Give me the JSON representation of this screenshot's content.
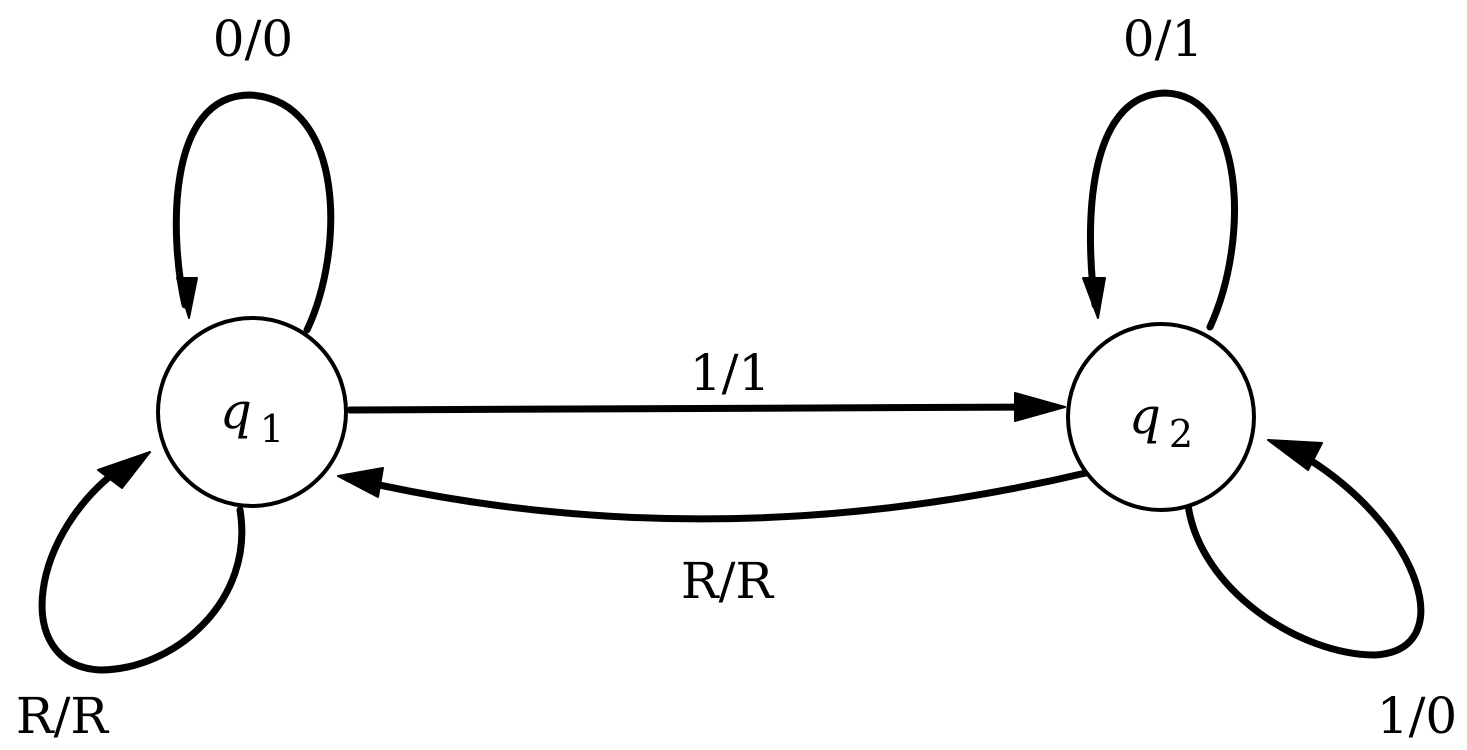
{
  "states": [
    {
      "id": "q1",
      "symbol": "q",
      "subscript": "1"
    },
    {
      "id": "q2",
      "symbol": "q",
      "subscript": "2"
    }
  ],
  "transitions": [
    {
      "from": "q1",
      "to": "q1",
      "label": "0/0"
    },
    {
      "from": "q1",
      "to": "q1",
      "label": "R/R"
    },
    {
      "from": "q1",
      "to": "q2",
      "label": "1/1"
    },
    {
      "from": "q2",
      "to": "q1",
      "label": "R/R"
    },
    {
      "from": "q2",
      "to": "q2",
      "label": "0/1"
    },
    {
      "from": "q2",
      "to": "q2",
      "label": "1/0"
    }
  ]
}
